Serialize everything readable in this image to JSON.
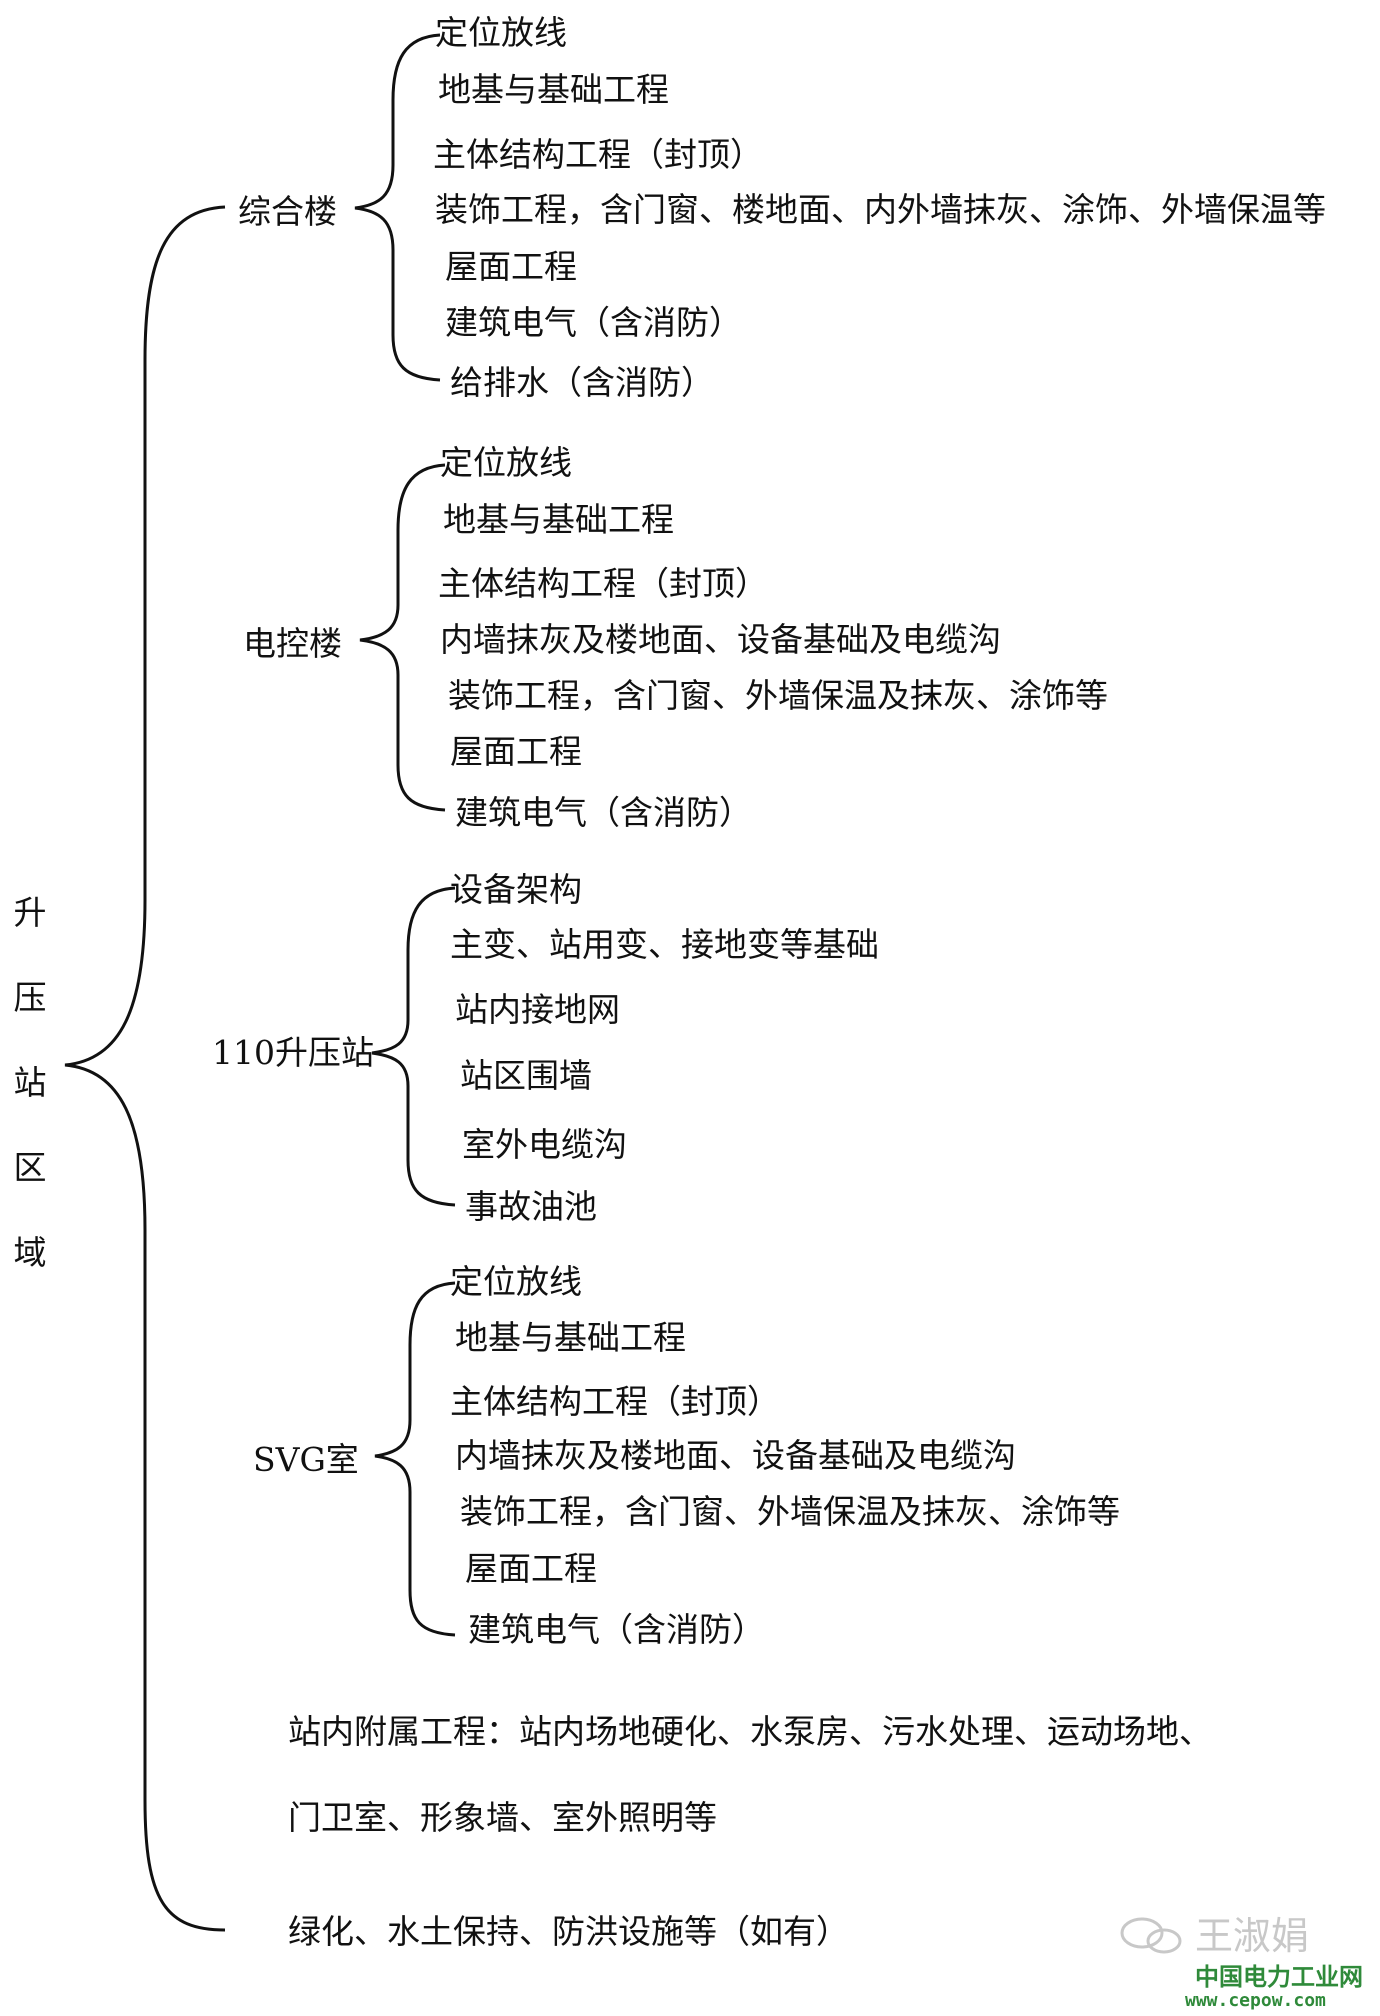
{
  "root": {
    "label": "升压站区域",
    "chars": [
      "升",
      "压",
      "站",
      "区",
      "域"
    ]
  },
  "groups": [
    {
      "label": "综合楼",
      "items": [
        "定位放线",
        "地基与基础工程",
        "主体结构工程（封顶）",
        "装饰工程，含门窗、楼地面、内外墙抹灰、涂饰、外墙保温等",
        "屋面工程",
        "建筑电气（含消防）",
        "给排水（含消防）"
      ]
    },
    {
      "label": "电控楼",
      "items": [
        "定位放线",
        "地基与基础工程",
        "主体结构工程（封顶）",
        "内墙抹灰及楼地面、设备基础及电缆沟",
        "装饰工程，含门窗、外墙保温及抹灰、涂饰等",
        "屋面工程",
        "建筑电气（含消防）"
      ]
    },
    {
      "label": "110升压站",
      "items": [
        "设备架构",
        "主变、站用变、接地变等基础",
        "站内接地网",
        "站区围墙",
        "室外电缆沟",
        "事故油池"
      ]
    },
    {
      "label": "SVG室",
      "items": [
        "定位放线",
        "地基与基础工程",
        "主体结构工程（封顶）",
        "内墙抹灰及楼地面、设备基础及电缆沟",
        "装饰工程，含门窗、外墙保温及抹灰、涂饰等",
        "屋面工程",
        "建筑电气（含消防）"
      ]
    }
  ],
  "extras": [
    "站内附属工程：站内场地硬化、水泵房、污水处理、运动场地、",
    "门卫室、形象墙、室外照明等",
    "绿化、水土保持、防洪设施等（如有）"
  ],
  "watermark": {
    "name": "王淑娟",
    "site_cn": "中国电力工业网",
    "site_url": "www.cepow.com"
  },
  "colors": {
    "line": "#111111",
    "text": "#111111",
    "watermark_green": "#2f8a3a",
    "watermark_gray": "#c8c8c8"
  }
}
